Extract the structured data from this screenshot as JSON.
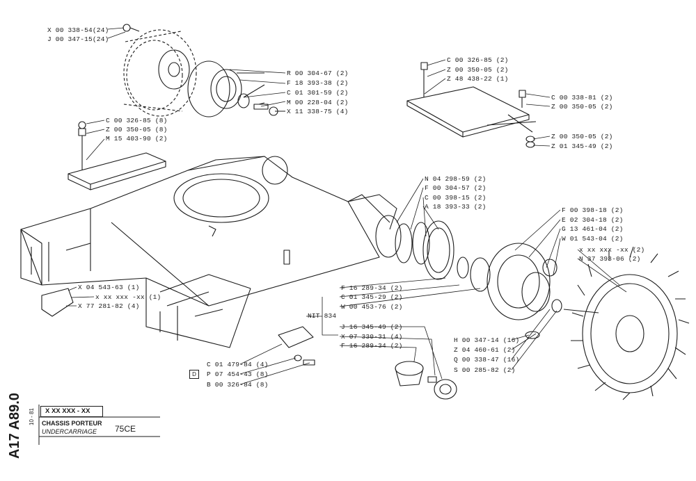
{
  "callouts": {
    "topleft": [
      "X 00 338-54(24)",
      "J 00 347-15(24)"
    ],
    "sprocket_hub": [
      "R 00 304-67 (2)",
      "F 18 393-38 (2)",
      "C 01 301-59 (2)",
      "M 00 228-04 (2)",
      "X 11 338-75 (4)"
    ],
    "plate_left": [
      "C 00 326-85 (8)",
      "Z 00 350-05 (8)",
      "M 15 403-90 (2)"
    ],
    "plate_right_a": [
      "C 00 326-85 (2)",
      "Z 00 350-05 (2)",
      "Z 48 438-22 (1)"
    ],
    "plate_right_b": [
      "C 00 338-81 (2)",
      "Z 00 350-05 (2)"
    ],
    "plate_right_c": [
      "Z 00 350-05 (2)",
      "Z 01 345-49 (2)"
    ],
    "gear_stack": [
      "N 04 298-59 (2)",
      "F 00 304-57 (2)",
      "C 00 398-15 (2)",
      "A 18 393-33 (2)"
    ],
    "hub_stack": [
      "F 00 398-18 (2)",
      "E 02 304-18 (2)",
      "G 13 461-04 (2)",
      "W 01 543-04 (2)"
    ],
    "sprocket": [
      "x  xx  xxx -xx (2)",
      "N 37 393-06 (2)"
    ],
    "pad": [
      "X 04 543-63 (1)",
      "x  xx  xxx -xx (1)",
      "X 77 281-82 (4)"
    ],
    "center_a": [
      "F 16 289-34 (2)",
      "C 01 345-29 (2)",
      "W 00 453-76 (2)"
    ],
    "nit": "NIT 834",
    "center_b": [
      "J 16 345-49 (2)",
      "X 07 330-31 (4)",
      "F 16 289-34 (2)"
    ],
    "right_bottom": [
      "H 00 347-14 (16)",
      "Z 04 460-61 (2)",
      "Q 00 338-47 (16)",
      "S 00 285-82 (2)"
    ],
    "shoe": [
      "C 01 479-84 (4)",
      "P 07 454-43 (8)",
      "B 00 326-84 (8)"
    ],
    "d_box": "D"
  },
  "title_block": {
    "ref": "A17  A89.0",
    "date": "10 - 81",
    "code": "X XX XXX - XX",
    "title_fr": "CHASSIS PORTEUR",
    "title_en": "UNDERCARRIAGE",
    "model": "75CE"
  }
}
